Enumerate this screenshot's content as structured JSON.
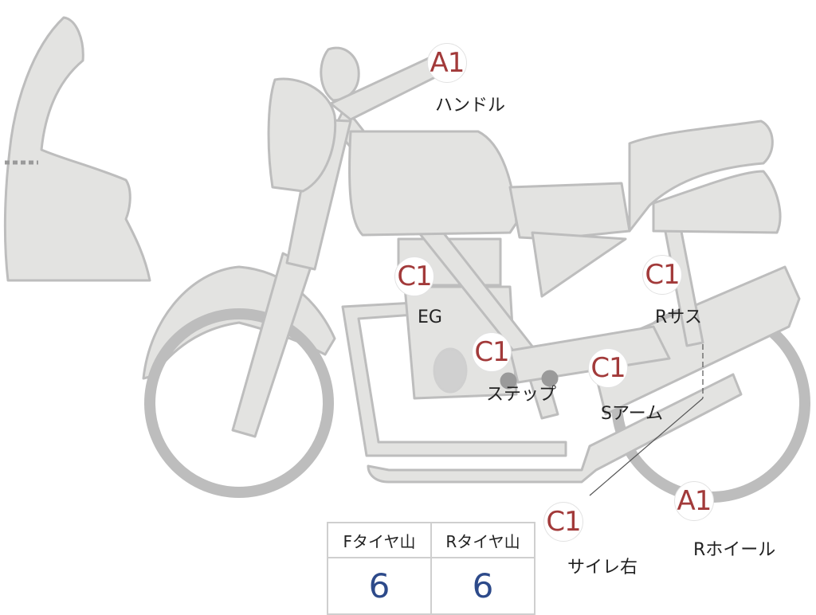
{
  "parts": [
    {
      "id": "handle",
      "grade": "A1",
      "label": "ハンドル"
    },
    {
      "id": "engine",
      "grade": "C1",
      "label": "EG"
    },
    {
      "id": "step",
      "grade": "C1",
      "label": "ステップ"
    },
    {
      "id": "swingarm",
      "grade": "C1",
      "label": "Sアーム"
    },
    {
      "id": "rear-suspension",
      "grade": "C1",
      "label": "Rサス"
    },
    {
      "id": "muffler-right",
      "grade": "C1",
      "label": "サイレ右"
    },
    {
      "id": "rear-wheel",
      "grade": "A1",
      "label": "Rホイール"
    }
  ],
  "tire_table": {
    "headers": [
      "Fタイヤ山",
      "Rタイヤ山"
    ],
    "values": [
      "6",
      "6"
    ]
  },
  "colors": {
    "body_fill": "#e3e3e1",
    "body_stroke": "#bdbdbd",
    "grade_text": "#a23a3a",
    "value_text": "#2d4a8a"
  }
}
